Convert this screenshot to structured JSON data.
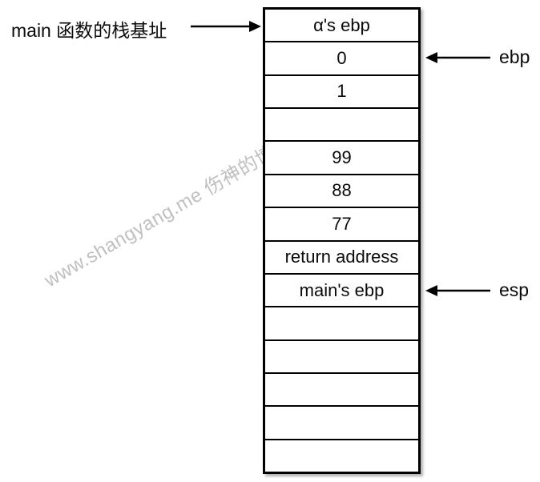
{
  "diagram": {
    "watermark": "www.shangyang.me 伤神的博客",
    "stack_cells": [
      "α's ebp",
      "0",
      "1",
      "",
      "99",
      "88",
      "77",
      "return address",
      "main's ebp",
      "",
      "",
      "",
      "",
      ""
    ],
    "annotations": {
      "base_note": "main 函数的栈基址",
      "ebp": "ebp",
      "esp": "esp"
    },
    "colors": {
      "line": "#000000",
      "watermark": "#c0c0c0",
      "background": "#ffffff"
    }
  }
}
